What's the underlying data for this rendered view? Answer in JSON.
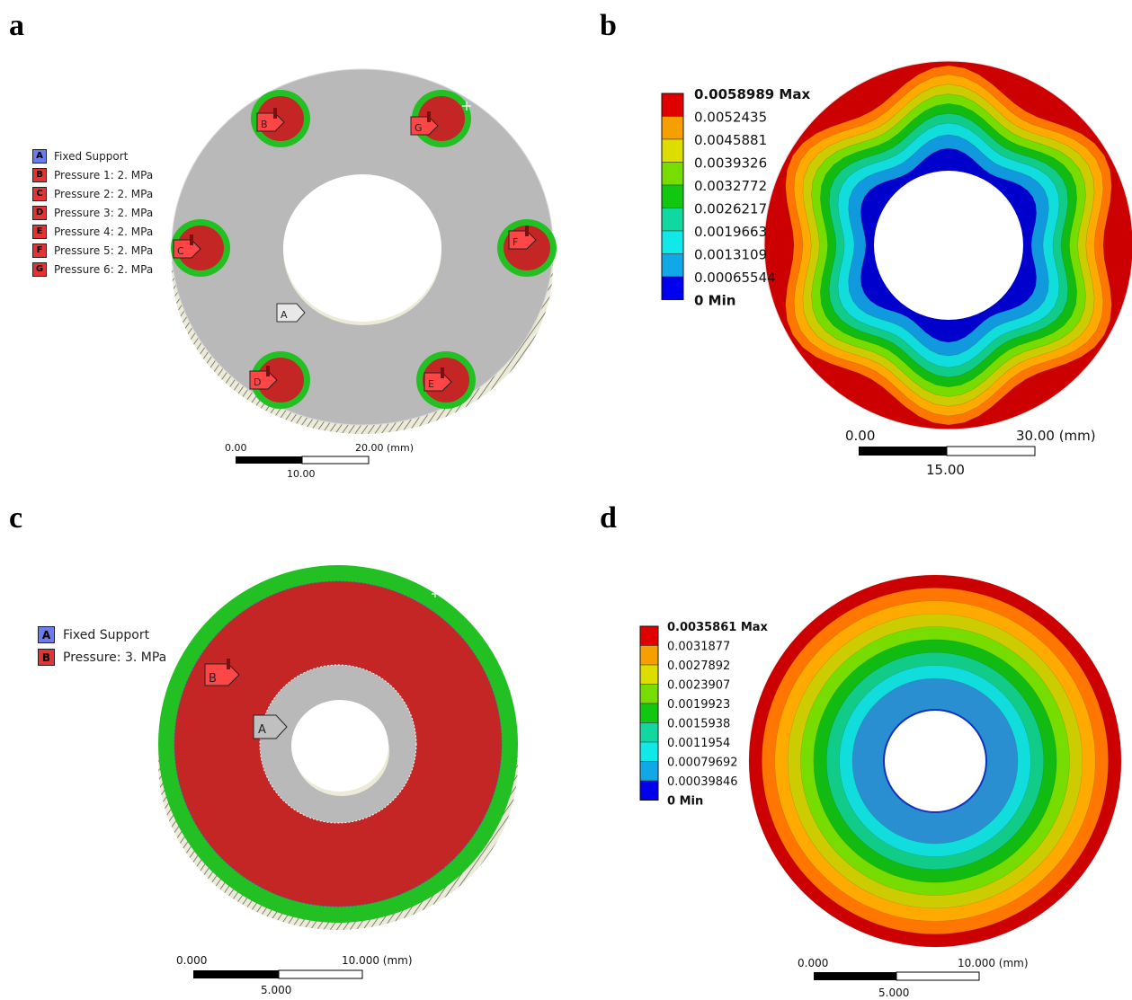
{
  "panels": {
    "a": {
      "letter": "a",
      "legend": [
        {
          "key": "A",
          "label": "Fixed Support",
          "kind": "support"
        },
        {
          "key": "B",
          "label": "Pressure 1: 2. MPa",
          "kind": "load"
        },
        {
          "key": "C",
          "label": "Pressure 2: 2. MPa",
          "kind": "load"
        },
        {
          "key": "D",
          "label": "Pressure 3: 2. MPa",
          "kind": "load"
        },
        {
          "key": "E",
          "label": "Pressure 4: 2. MPa",
          "kind": "load"
        },
        {
          "key": "F",
          "label": "Pressure 5: 2. MPa",
          "kind": "load"
        },
        {
          "key": "G",
          "label": "Pressure 6: 2. MPa",
          "kind": "load"
        }
      ],
      "scale": {
        "left": "0.00",
        "right": "20.00 (mm)",
        "mid": "10.00"
      }
    },
    "b": {
      "letter": "b",
      "colorbar": [
        "0.0058989 Max",
        "0.0052435",
        "0.0045881",
        "0.0039326",
        "0.0032772",
        "0.0026217",
        "0.0019663",
        "0.0013109",
        "0.00065544",
        "0 Min"
      ],
      "scale": {
        "left": "0.00",
        "right": "30.00 (mm)",
        "mid": "15.00"
      }
    },
    "c": {
      "letter": "c",
      "legend": [
        {
          "key": "A",
          "label": "Fixed Support",
          "kind": "support"
        },
        {
          "key": "B",
          "label": "Pressure: 3. MPa",
          "kind": "load"
        }
      ],
      "scale": {
        "left": "0.000",
        "right": "10.000 (mm)",
        "mid": "5.000"
      }
    },
    "d": {
      "letter": "d",
      "colorbar": [
        "0.0035861 Max",
        "0.0031877",
        "0.0027892",
        "0.0023907",
        "0.0019923",
        "0.0015938",
        "0.0011954",
        "0.00079692",
        "0.00039846",
        "0 Min"
      ],
      "scale": {
        "left": "0.000",
        "right": "10.000 (mm)",
        "mid": "5.000"
      }
    }
  },
  "colors": {
    "band": [
      "#cc0000",
      "#ff7700",
      "#ffaa00",
      "#cccc00",
      "#77dd00",
      "#11bb11",
      "#11cc88",
      "#11dddd",
      "#1199dd",
      "#0000cc"
    ],
    "cb_swatch": [
      "#e00000",
      "#f5a000",
      "#dddd00",
      "#77dd00",
      "#11c811",
      "#11d8a0",
      "#11e8e8",
      "#11a8e8",
      "#0000ee"
    ],
    "face_gray": "#b9b9b9",
    "pressure_red": "#c42525",
    "support_green": "#22c022",
    "tag_red": "#ff4646"
  }
}
